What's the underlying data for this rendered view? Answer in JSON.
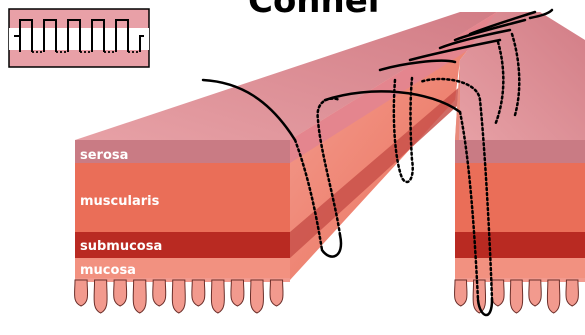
{
  "title": "Connel",
  "layers": [
    {
      "id": "serosa",
      "label": "serosa",
      "color": "#c97b84"
    },
    {
      "id": "muscularis",
      "label": "muscularis",
      "color": "#ea6e58"
    },
    {
      "id": "submucosa",
      "label": "submucosa",
      "color": "#b92a22"
    },
    {
      "id": "mucosa",
      "label": "mucosa",
      "color": "#f29180"
    }
  ],
  "colors": {
    "top_surface": "#e59aa0",
    "top_surface_dark": "#d07f88",
    "cut_face": "#f1816d",
    "villi": "#f29a8e",
    "suture": "#000000",
    "legend_bg": "#e8a0a7",
    "legend_band": "#ffffff"
  },
  "legend": {
    "icon": "suture-pattern-icon"
  }
}
